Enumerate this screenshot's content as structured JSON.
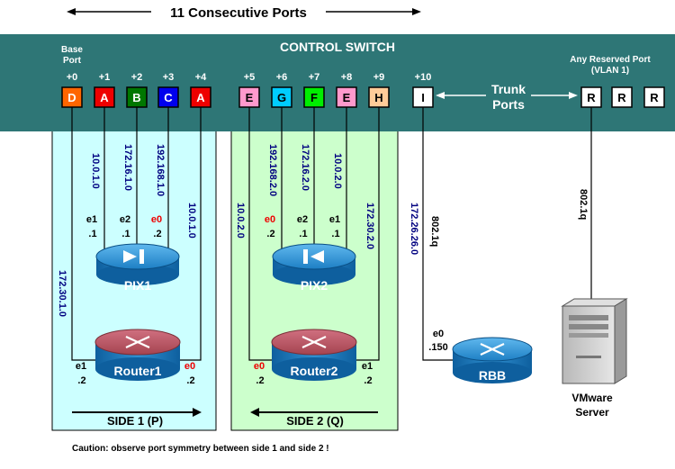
{
  "header": {
    "consecutive_label": "11 Consecutive Ports"
  },
  "switch": {
    "title": "CONTROL SWITCH",
    "base_port_line1": "Base",
    "base_port_line2": "Port",
    "reserved_line1": "Any Reserved Port",
    "reserved_line2": "(VLAN 1)",
    "trunk_line1": "Trunk",
    "trunk_line2": "Ports",
    "ports": [
      {
        "offset": "+0",
        "letter": "D",
        "color": "#ff6600"
      },
      {
        "offset": "+1",
        "letter": "A",
        "color": "#ee0000"
      },
      {
        "offset": "+2",
        "letter": "B",
        "color": "#007700"
      },
      {
        "offset": "+3",
        "letter": "C",
        "color": "#0000ee"
      },
      {
        "offset": "+4",
        "letter": "A",
        "color": "#ee0000"
      },
      {
        "offset": "+5",
        "letter": "E",
        "color": "#ff99cc"
      },
      {
        "offset": "+6",
        "letter": "G",
        "color": "#00ccff"
      },
      {
        "offset": "+7",
        "letter": "F",
        "color": "#00ee00"
      },
      {
        "offset": "+8",
        "letter": "E",
        "color": "#ff99cc"
      },
      {
        "offset": "+9",
        "letter": "H",
        "color": "#ffcc99"
      },
      {
        "offset": "+10",
        "letter": "I",
        "color": "#ffffff"
      }
    ],
    "reserved_ports": [
      "R",
      "R",
      "R"
    ]
  },
  "side1": {
    "label": "SIDE 1 (P)",
    "net_d": "172.30.1.0",
    "net_a1": "10.0.1.0",
    "net_b": "172.16.1.0",
    "net_c": "192.168.1.0",
    "net_a2": "10.0.1.0",
    "pix": {
      "name": "PIX1",
      "if1": "e1",
      "ip1": ".1",
      "if2": "e2",
      "ip2": ".1",
      "if3": "e0",
      "ip3": ".2"
    },
    "router": {
      "name": "Router1",
      "if_left": "e1",
      "ip_left": ".2",
      "if_right": "e0",
      "ip_right": ".2"
    }
  },
  "side2": {
    "label": "SIDE 2 (Q)",
    "net_e1": "10.0.2.0",
    "net_g": "192.168.2.0",
    "net_f": "172.16.2.0",
    "net_e2": "10.0.2.0",
    "net_h": "172.30.2.0",
    "pix": {
      "name": "PIX2",
      "if1": "e0",
      "ip1": ".2",
      "if2": "e2",
      "ip2": ".1",
      "if3": "e1",
      "ip3": ".1"
    },
    "router": {
      "name": "Router2",
      "if_left": "e0",
      "ip_left": ".2",
      "if_right": "e1",
      "ip_right": ".2"
    }
  },
  "rbb": {
    "name": "RBB",
    "net": "172.26.26.0",
    "encap": "802.1q",
    "if": "e0",
    "ip": ".150"
  },
  "vmware": {
    "encap": "802.1q",
    "name_line1": "VMware",
    "name_line2": "Server"
  },
  "caution": "Caution: observe port symmetry between side 1 and side 2 !",
  "colors": {
    "switch": "#2e7676",
    "side1_bg": "#ccffff",
    "side2_bg": "#ccffcc",
    "net_label": "#000080",
    "e0_red": "#ee0000"
  }
}
